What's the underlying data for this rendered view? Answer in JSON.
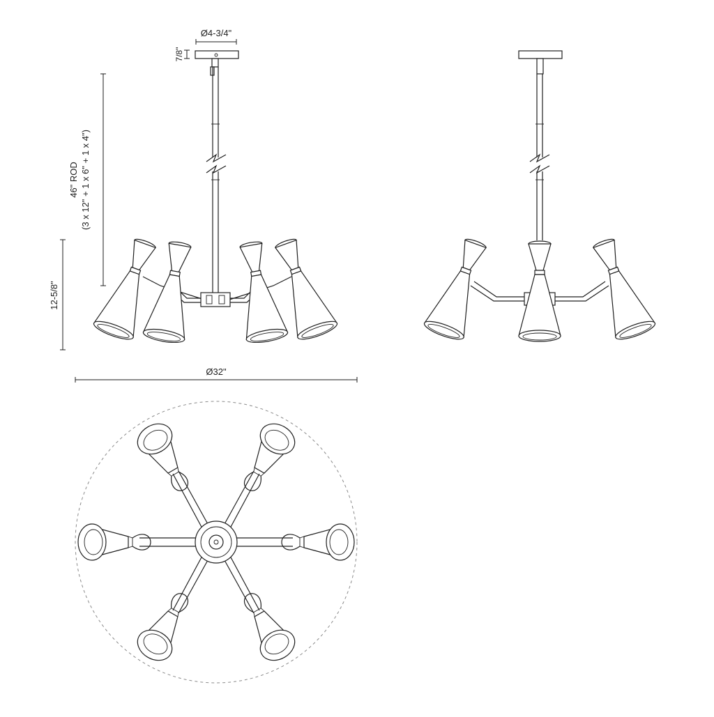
{
  "dimensions": {
    "canopy_diameter": "Ø4-3/4\"",
    "canopy_height": "7/8\"",
    "rod_length": "46\" ROD",
    "rod_breakdown": "(3 x 12\" + 1 x 6\" + 1 x 4\")",
    "fixture_height": "12-5/8\"",
    "fixture_diameter": "Ø32\""
  },
  "colors": {
    "line": "#1e1e1e",
    "dashed_outline": "#8a8a8a",
    "background": "#ffffff"
  },
  "views": [
    "front-elevation",
    "side-elevation",
    "top-plan"
  ]
}
